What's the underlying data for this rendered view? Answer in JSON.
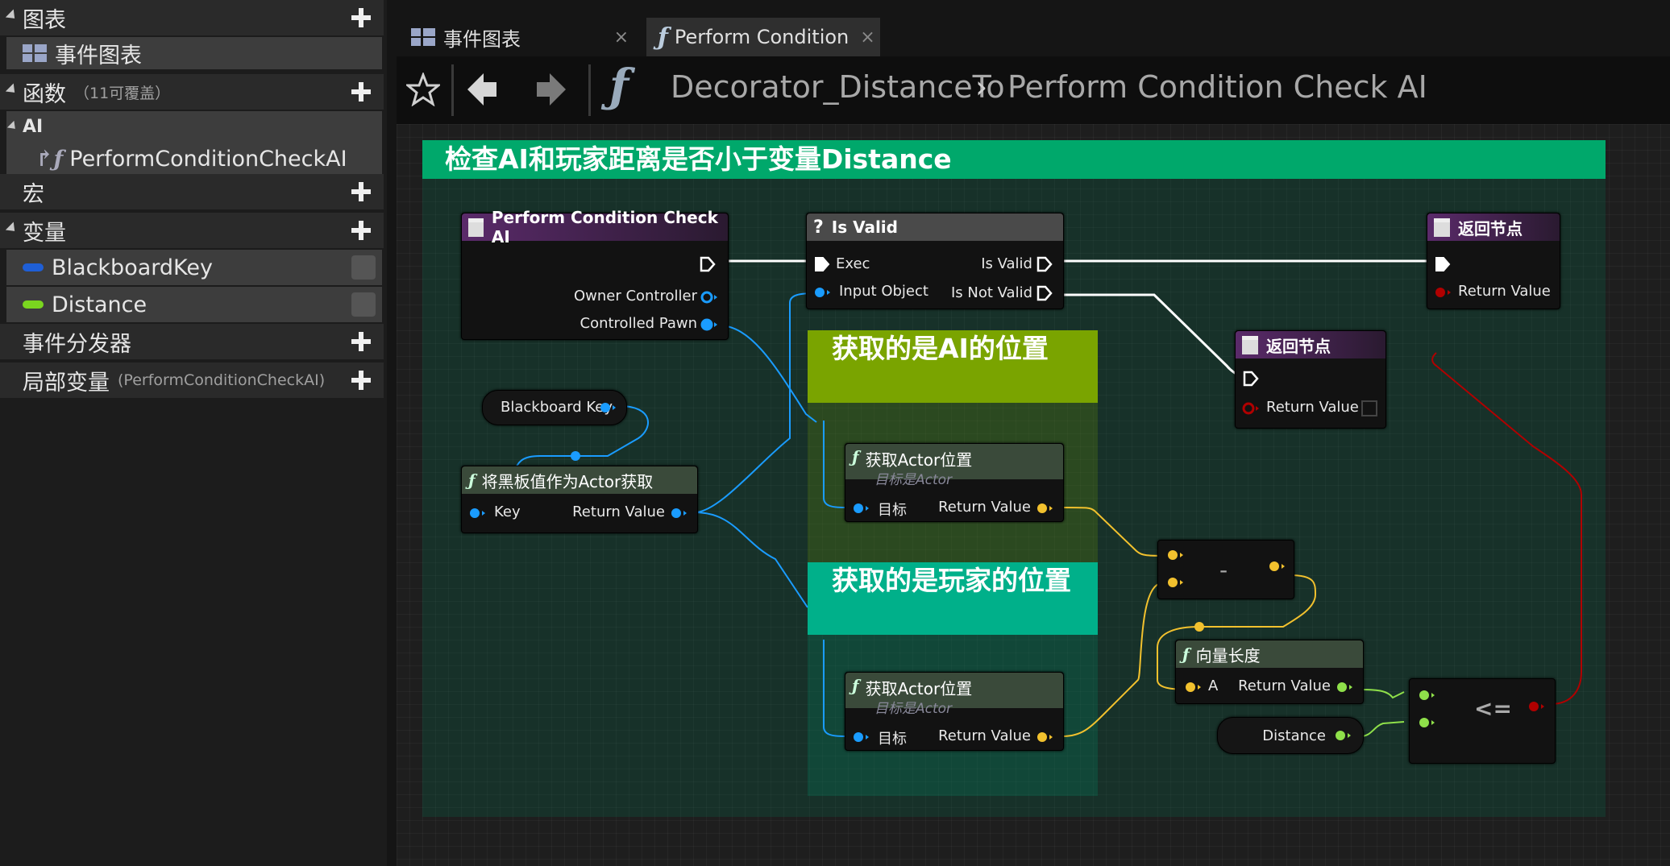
{
  "left_panel": {
    "graphs": {
      "title": "图表",
      "items": [
        {
          "label": "事件图表"
        }
      ]
    },
    "functions": {
      "title": "函数",
      "sub": "（11可覆盖）",
      "category": "AI",
      "items": [
        {
          "label": "PerformConditionCheckAI"
        }
      ]
    },
    "macros": {
      "title": "宏"
    },
    "variables": {
      "title": "变量",
      "items": [
        {
          "label": "BlackboardKey",
          "color": "#1f5fd6"
        },
        {
          "label": "Distance",
          "color": "#7ad61f"
        }
      ]
    },
    "dispatchers": {
      "title": "事件分发器"
    },
    "locals": {
      "title": "局部变量",
      "sub": "(PerformConditionCheckAI)"
    }
  },
  "tabs": [
    {
      "label": "事件图表",
      "icon": "event-graph-icon",
      "close": "×"
    },
    {
      "label": "Perform Condition",
      "icon": "function-icon",
      "close": "×"
    }
  ],
  "breadcrumb": {
    "parent": "Decorator_DistanceTo",
    "separator": "›",
    "current": "Perform Condition Check AI"
  },
  "graph": {
    "comments": {
      "main": "检查AI和玩家距离是否小于变量Distance",
      "ai_pos": "获取的是AI的位置",
      "player_pos": "获取的是玩家的位置"
    },
    "nodes": {
      "entry": {
        "title": "Perform Condition Check AI",
        "pins": [
          "Owner Controller",
          "Controlled Pawn"
        ]
      },
      "isvalid": {
        "title": "Is Valid",
        "glyph": "?",
        "pins": [
          "Exec",
          "Input Object",
          "Is Valid",
          "Is Not Valid"
        ]
      },
      "return1": {
        "title": "返回节点",
        "pins": [
          "Return Value"
        ]
      },
      "return2": {
        "title": "返回节点",
        "pins": [
          "Return Value"
        ]
      },
      "bbkey": {
        "label": "Blackboard Key"
      },
      "getbb": {
        "title": "将黑板值作为Actor获取",
        "pins": [
          "Key",
          "Return Value"
        ]
      },
      "getloc1": {
        "title": "获取Actor位置",
        "subtitle": "目标是Actor",
        "pins": [
          "目标",
          "Return Value"
        ]
      },
      "getloc2": {
        "title": "获取Actor位置",
        "subtitle": "目标是Actor",
        "pins": [
          "目标",
          "Return Value"
        ]
      },
      "minus": {
        "label": "-"
      },
      "veclen": {
        "title": "向量长度",
        "pins": [
          "A",
          "Return Value"
        ]
      },
      "distance": {
        "label": "Distance"
      },
      "lte": {
        "label": "<="
      }
    }
  },
  "colors": {
    "exec": "#ffffff",
    "object": "#1a9cff",
    "vector": "#f2c12e",
    "float": "#8fe04a",
    "bool": "#b00000",
    "function_header": "#5a2a6a",
    "pure_header": "#3a4a3a",
    "comment_main": "#00a86b",
    "comment_ai": "#7aa400",
    "comment_player": "#00b08a"
  }
}
